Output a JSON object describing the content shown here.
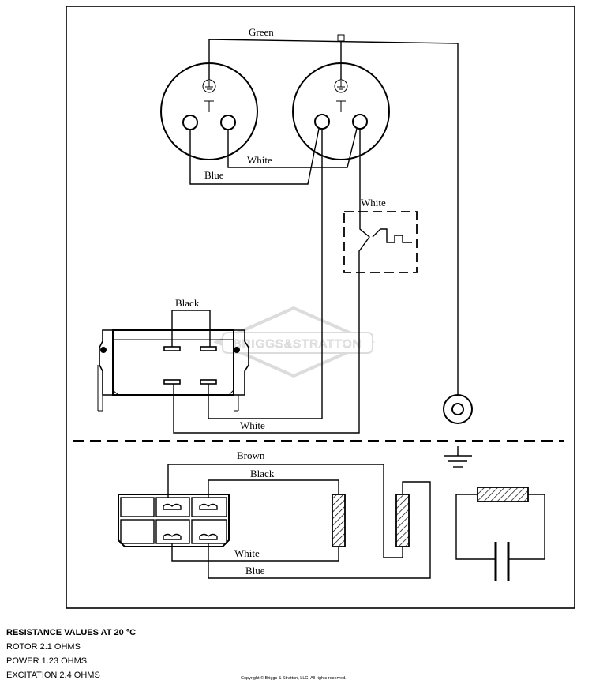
{
  "wire_labels": {
    "green": "Green",
    "white_top": "White",
    "blue_top": "Blue",
    "white_switch": "White",
    "black_conn": "Black",
    "white_mid": "White",
    "brown": "Brown",
    "black_bottom": "Black",
    "white_bottom": "White",
    "blue_bottom": "Blue"
  },
  "watermark": "BRIGGS&STRATTON",
  "specs": {
    "heading": "RESISTANCE VALUES AT 20 °C",
    "lines": [
      "ROTOR 2.1 OHMS",
      "POWER 1.23 OHMS",
      "EXCITATION 2.4 OHMS"
    ]
  },
  "copyright": "Copyright © Briggs & Stratton, LLC. All rights reserved."
}
